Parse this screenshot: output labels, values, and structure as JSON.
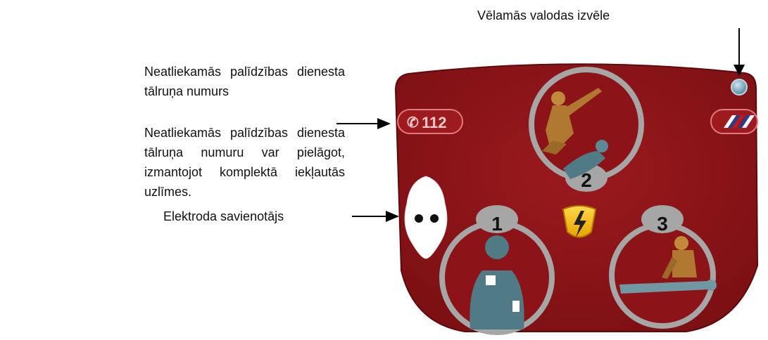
{
  "labels": {
    "language": "Vēlamās valodas izvēle",
    "emergency_title": "Neatliekamās palīdzības dienesta tālruņa numurs",
    "emergency_note": "Neatliekamās palīdzības dienesta tālruņa numuru var pielāgot, izmantojot komplektā iekļautās uzlīmes.",
    "electrode": "Elektroda savienotājs"
  },
  "device": {
    "phone_number": "112",
    "step1": "1",
    "step2": "2",
    "step3": "3",
    "colors": {
      "body": "#8c1418",
      "ring": "#a6a6a6",
      "shock_button": "#f4b800"
    }
  }
}
